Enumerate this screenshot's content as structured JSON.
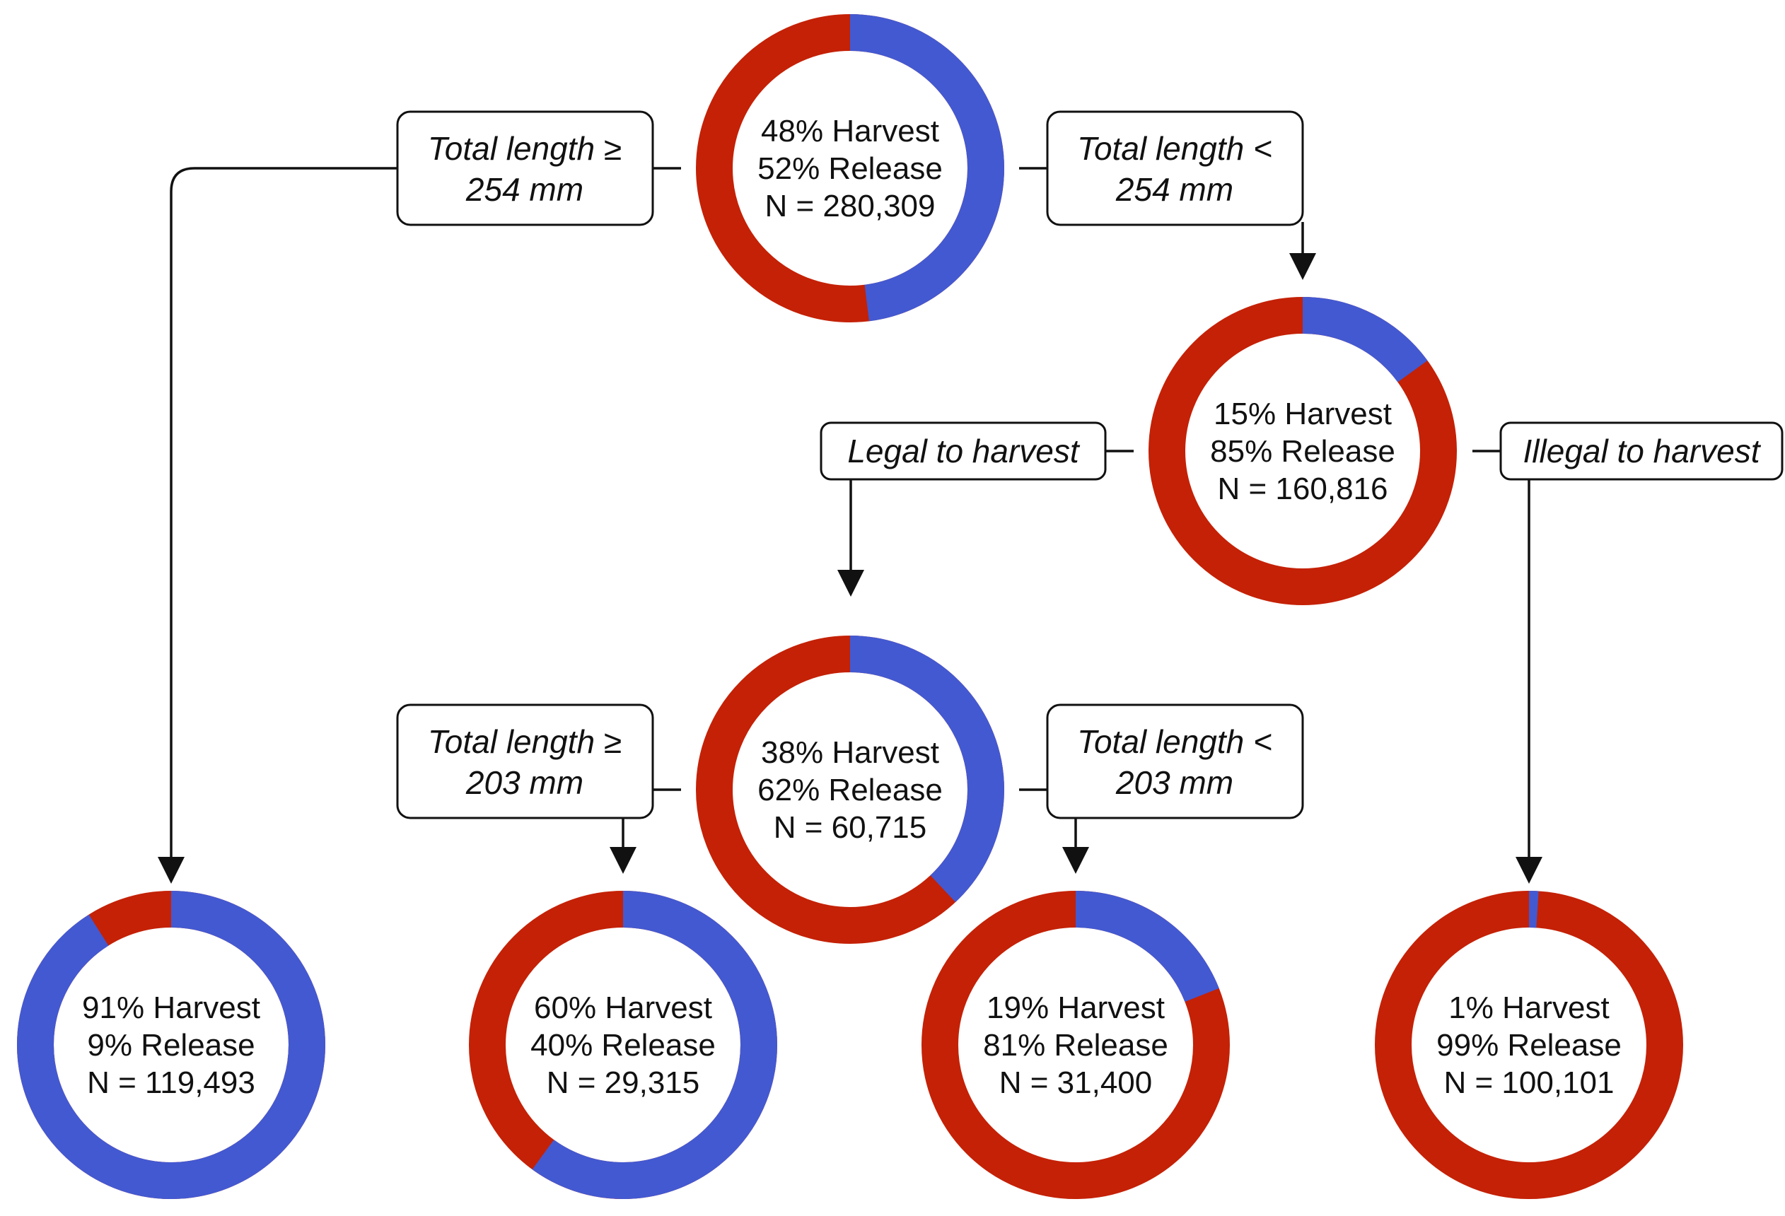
{
  "colors": {
    "harvest": "#4359d1",
    "release": "#c42106",
    "line": "#111111"
  },
  "nodes": [
    {
      "id": "root",
      "harvest_pct": 48,
      "lines": [
        "48% Harvest",
        "52% Release",
        "N = 280,309"
      ]
    },
    {
      "id": "under254",
      "harvest_pct": 15,
      "lines": [
        "15% Harvest",
        "85% Release",
        "N = 160,816"
      ]
    },
    {
      "id": "legal",
      "harvest_pct": 38,
      "lines": [
        "38% Harvest",
        "62% Release",
        "N = 60,715"
      ]
    },
    {
      "id": "over254",
      "harvest_pct": 91,
      "lines": [
        "91% Harvest",
        "9% Release",
        "N = 119,493"
      ]
    },
    {
      "id": "legal_over203",
      "harvest_pct": 60,
      "lines": [
        "60% Harvest",
        "40% Release",
        "N = 29,315"
      ]
    },
    {
      "id": "legal_under203",
      "harvest_pct": 19,
      "lines": [
        "19% Harvest",
        "81% Release",
        "N = 31,400"
      ]
    },
    {
      "id": "illegal",
      "harvest_pct": 1,
      "lines": [
        "1% Harvest",
        "99% Release",
        "N = 100,101"
      ]
    }
  ],
  "branches": [
    {
      "id": "tl-ge-254",
      "lines": [
        "Total length ≥",
        "254 mm"
      ]
    },
    {
      "id": "tl-lt-254",
      "lines": [
        "Total length <",
        "254 mm"
      ]
    },
    {
      "id": "legal-to-harvest",
      "lines": [
        "Legal to harvest"
      ]
    },
    {
      "id": "illegal-to-harvest",
      "lines": [
        "Illegal to harvest"
      ]
    },
    {
      "id": "tl-ge-203",
      "lines": [
        "Total length ≥",
        "203 mm"
      ]
    },
    {
      "id": "tl-lt-203",
      "lines": [
        "Total length <",
        "203 mm"
      ]
    }
  ]
}
